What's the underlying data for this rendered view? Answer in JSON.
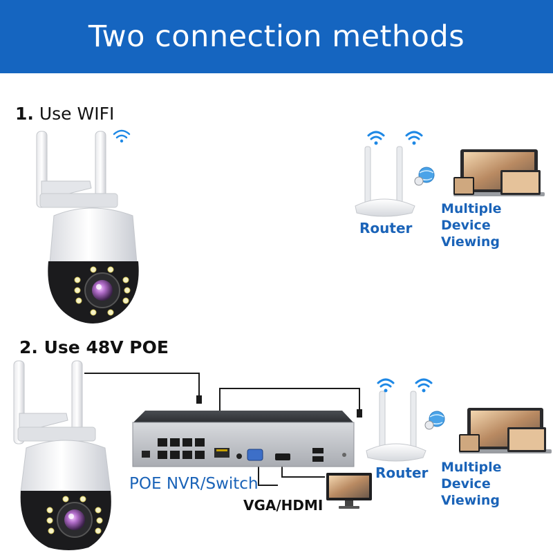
{
  "banner": {
    "title": "Two connection methods"
  },
  "section_wifi": {
    "number": "1.",
    "text": "Use WIFI"
  },
  "section_poe": {
    "number": "2.",
    "text": "Use 48V POE"
  },
  "labels": {
    "router": "Router",
    "multi_line1": "Multiple Device",
    "multi_line2": "Viewing",
    "nvr": "POE NVR/Switch",
    "vga_hdmi": "VGA/HDMI"
  },
  "colors": {
    "banner": "#1565c0",
    "label_blue": "#1a63b8",
    "wifi_signal": "#1e88e5"
  },
  "icons": [
    "wifi-signal-icon",
    "camera-icon",
    "router-icon",
    "laptop-icon",
    "monitor-icon",
    "globe-icon",
    "nvr-device-icon"
  ]
}
